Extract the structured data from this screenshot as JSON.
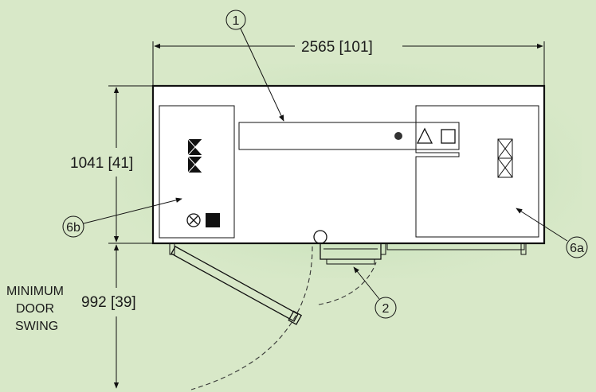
{
  "dimensions": {
    "width": "2565 [101]",
    "depth": "1041 [41]",
    "door_swing": "992 [39]"
  },
  "door_swing_caption": [
    "MINIMUM",
    "DOOR",
    "SWING"
  ],
  "callouts": {
    "c1": "1",
    "c2": "2",
    "c6a": "6a",
    "c6b": "6b"
  },
  "colors": {
    "background": "#d8e8c8",
    "cabinet": "#ffffff",
    "line": "#111111"
  }
}
